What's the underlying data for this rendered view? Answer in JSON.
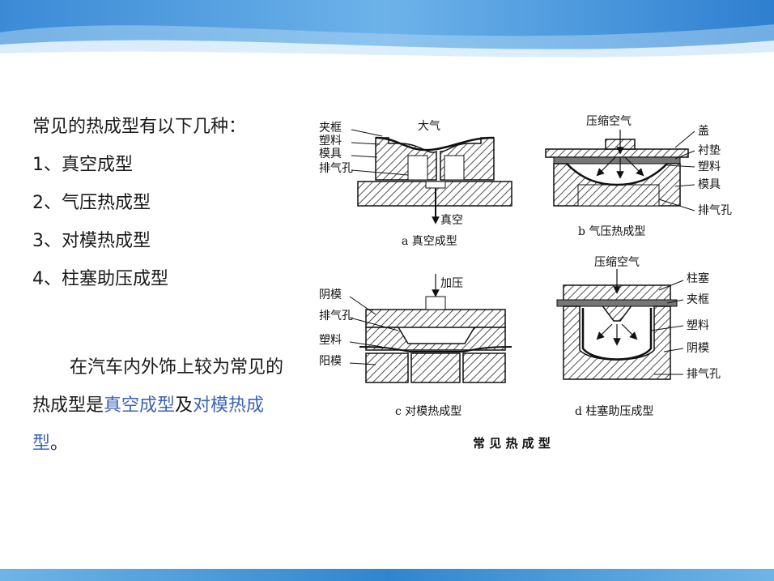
{
  "intro": "常见的热成型有以下几种：",
  "list": [
    "1、真空成型",
    "2、气压热成型",
    "3、对模热成型",
    "4、柱塞助压成型"
  ],
  "paragraph": {
    "before": "在汽车内外饰上较为常见的热成型是",
    "hl1": "真空成型",
    "mid": "及",
    "hl2": "对模热成型",
    "after": "。"
  },
  "figure": {
    "title": "常 见 热 成 型",
    "a": {
      "caption": "a  真空成型",
      "top": "大气",
      "bottom": "真空",
      "labels": [
        "夹框",
        "塑料",
        "模具",
        "排气孔"
      ]
    },
    "b": {
      "caption": "b  气压热成型",
      "top": "压缩空气",
      "labels": [
        "盖",
        "衬垫",
        "塑料",
        "模具",
        "排气孔"
      ]
    },
    "c": {
      "caption": "c  对模热成型",
      "top": "加压",
      "labels": [
        "阴模",
        "排气孔",
        "塑料",
        "阳模"
      ]
    },
    "d": {
      "caption": "d  柱塞助压成型",
      "top": "压缩空气",
      "labels": [
        "柱塞",
        "夹框",
        "塑料",
        "阴模",
        "排气孔"
      ]
    }
  }
}
